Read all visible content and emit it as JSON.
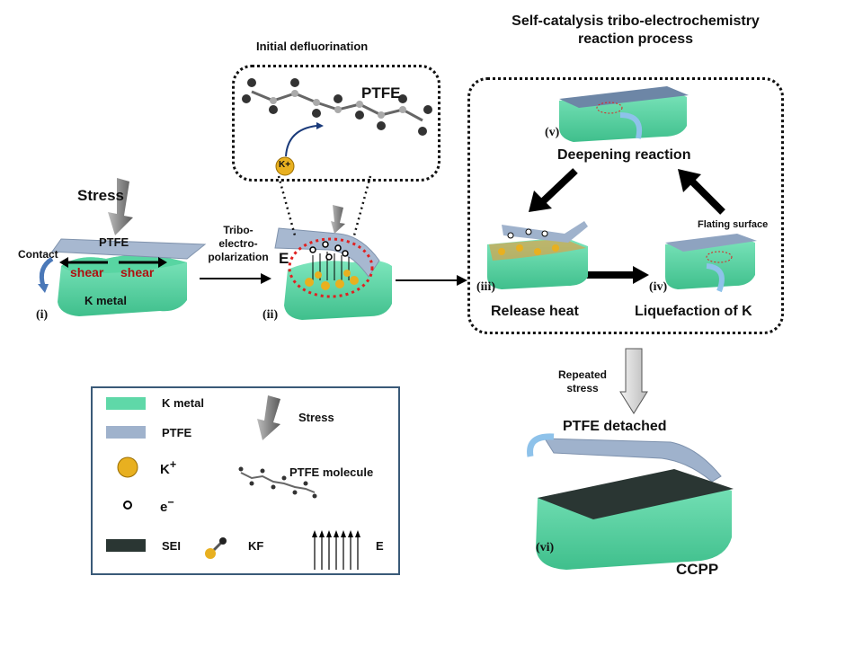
{
  "colors": {
    "k_metal": "#5fd8a8",
    "ptfe": "#9fb2cc",
    "sei": "#2a3633",
    "k_ion": "#e8b020",
    "shear_text": "#b01010",
    "field_circle": "#e02020",
    "legend_border": "#3a5a78"
  },
  "stage_i": {
    "roman": "(i)",
    "stress_label": "Stress",
    "ptfe_label": "PTFE",
    "contact_label": "Contact",
    "shear_left": "shear",
    "shear_right": "shear",
    "k_metal_label": "K metal"
  },
  "arrow_i_ii": {
    "label_line1": "Tribo-",
    "label_line2": "electro-",
    "label_line3": "polarization"
  },
  "stage_ii": {
    "roman": "(ii)",
    "field_label": "E"
  },
  "initial_defluorination": {
    "title": "Initial defluorination",
    "ptfe_label": "PTFE",
    "k_ion_label": "K+"
  },
  "self_catalysis": {
    "title_line1": "Self-catalysis tribo-electrochemistry",
    "title_line2": "reaction process",
    "stage_v": {
      "roman": "(v)",
      "label": "Deepening reaction"
    },
    "stage_iii": {
      "roman": "(iii)",
      "label": "Release heat"
    },
    "stage_iv": {
      "roman": "(iv)",
      "label": "Liquefaction of K",
      "note": "Flating surface"
    }
  },
  "repeated": {
    "line1": "Repeated",
    "line2": "stress"
  },
  "stage_vi": {
    "roman": "(vi)",
    "detached_label": "PTFE detached",
    "product_label": "CCPP"
  },
  "legend": {
    "items": [
      {
        "name": "k-metal",
        "label": "K metal"
      },
      {
        "name": "ptfe",
        "label": "PTFE"
      },
      {
        "name": "k-ion",
        "label": "K",
        "sup": "+"
      },
      {
        "name": "electron",
        "label": "e",
        "sup": "−"
      },
      {
        "name": "sei",
        "label": "SEI"
      },
      {
        "name": "stress",
        "label": "Stress"
      },
      {
        "name": "ptfe-molecule",
        "label": "PTFE molecule"
      },
      {
        "name": "kf",
        "label": "KF"
      },
      {
        "name": "field",
        "label": "E"
      }
    ]
  }
}
